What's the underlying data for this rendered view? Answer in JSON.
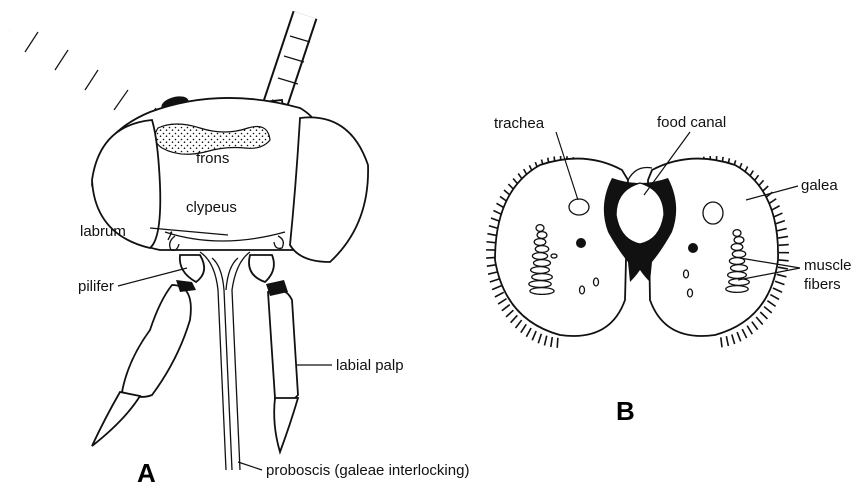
{
  "figure_a": {
    "panel_letter": "A",
    "labels": {
      "frons": "frons",
      "clypeus": "clypeus",
      "labrum": "labrum",
      "pilifer": "pilifer",
      "labial_palp": "labial palp",
      "proboscis": "proboscis (galeae interlocking)"
    }
  },
  "figure_b": {
    "panel_letter": "B",
    "labels": {
      "trachea": "trachea",
      "food_canal": "food canal",
      "galea": "galea",
      "muscle": "muscle",
      "fibers": "fibers"
    }
  }
}
